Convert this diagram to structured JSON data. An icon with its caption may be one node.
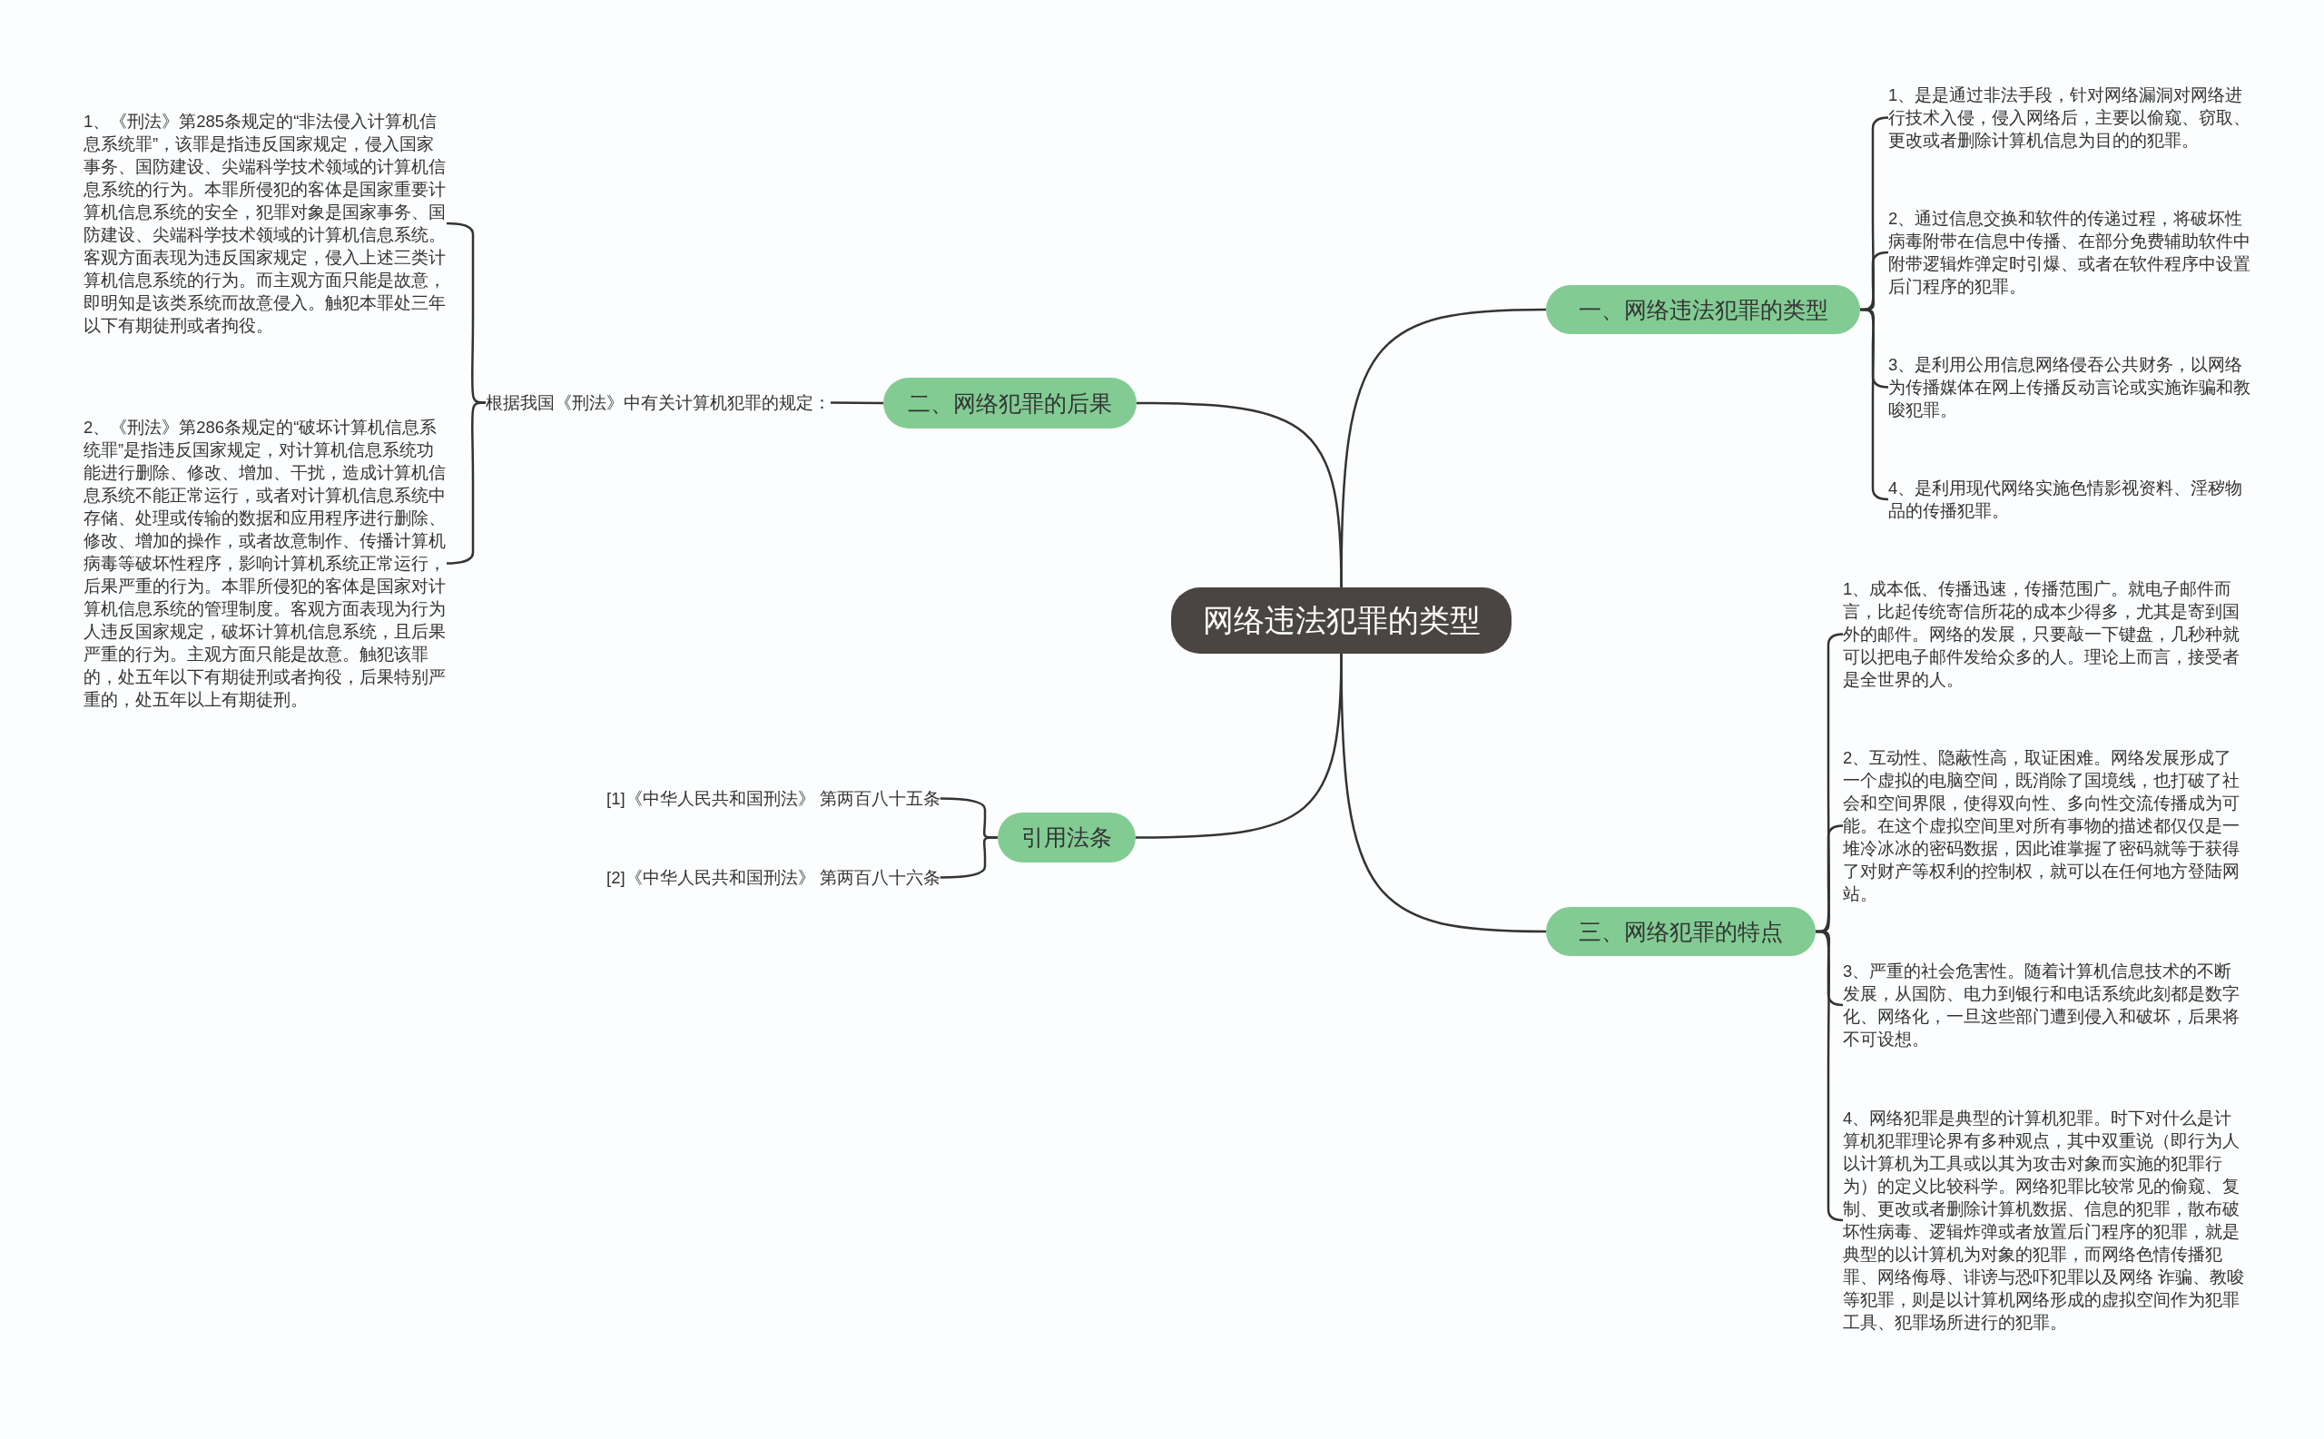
{
  "diagram": {
    "nodes": [
      {
        "text": [
          "网络违法犯罪的类型"
        ]
      },
      {
        "text": [
          "一、网络违法犯罪的类型"
        ]
      },
      {
        "text": [
          "1、是是通过非法手段，针对网络漏洞对网络进行技术入侵，侵入网络后，主要以偷窥、窃取、更改或者删除计算机信息为目的的犯罪。"
        ]
      },
      {
        "text": [
          "2、通过信息交换和软件的传递过程，将破坏性病毒附带在信息中传播、在部分免费辅助软件中附带逻辑炸弹定时引爆、或者在软件程序中设置后门程序的犯罪。"
        ]
      },
      {
        "text": [
          "3、是利用公用信息网络侵吞公共财务，以网络为传播媒体在网上传播反动言论或实施诈骗和教唆犯罪。"
        ]
      },
      {
        "text": [
          "4、是利用现代网络实施色情影视资料、淫秽物品的传播犯罪。"
        ]
      },
      {
        "text": [
          "二、网络犯罪的后果"
        ]
      },
      {
        "text": [
          "根据我国《刑法》中有关计算机犯罪的规定："
        ]
      },
      {
        "text": [
          "1、《刑法》第285条规定的“非法侵入计算机信息系统罪”，该罪是指违反国家规定，侵入国家事务、国防建设、尖端科学技术领域的计算机信息系统的行为。本罪所侵犯的客体是国家重要计算机信息系统的安全，犯罪对象是国家事务、国防建设、尖端科学技术领域的计算机信息系统。客观方面表现为违反国家规定，侵入上述三类计算机信息系统的行为。而主观方面只能是故意，即明知是该类系统而故意侵入。触犯本罪处三年以下有期徒刑或者拘役。"
        ]
      },
      {
        "text": [
          "2、《刑法》第286条规定的“破坏计算机信息系统罪”是指违反国家规定，对计算机信息系统功能进行删除、修改、增加、干扰，造成计算机信息系统不能正常运行，或者对计算机信息系统中存储、处理或传输的数据和应用程序进行删除、修改、增加的操作，或者故意制作、传播计算机病毒等破坏性程序，影响计算机系统正常运行，后果严重的行为。本罪所侵犯的客体是国家对计算机信息系统的管理制度。客观方面表现为行为人违反国家规定，破坏计算机信息系统，且后果严重的行为。主观方面只能是故意。触犯该罪的，处五年以下有期徒刑或者拘役，后果特别严重的，处五年以上有期徒刑。"
        ]
      },
      {
        "text": [
          "引用法条"
        ]
      },
      {
        "text": [
          "[1]《中华人民共和国刑法》 第两百八十五条"
        ]
      },
      {
        "text": [
          "[2]《中华人民共和国刑法》 第两百八十六条"
        ]
      },
      {
        "text": [
          "三、网络犯罪的特点"
        ]
      },
      {
        "text": [
          "1、成本低、传播迅速，传播范围广。就电子邮件而言，比起传统寄信所花的成本少得多，尤其是寄到国外的邮件。网络的发展，只要敲一下键盘，几秒种就可以把电子邮件发给众多的人。理论上而言，接受者是全世界的人。"
        ]
      },
      {
        "text": [
          "2、互动性、隐蔽性高，取证困难。网络发展形成了一个虚拟的电脑空间，既消除了国境线，也打破了社会和空间界限，使得双向性、多向性交流传播成为可能。在这个虚拟空间里对所有事物的描述都仅仅是一堆冷冰冰的密码数据，因此谁掌握了密码就等于获得了对财产等权利的控制权，就可以在任何地方登陆网站。"
        ]
      },
      {
        "text": [
          "3、严重的社会危害性。随着计算机信息技术的不断发展，从国防、电力到银行和电话系统此刻都是数字化、网络化，一旦这些部门遭到侵入和破坏，后果将不可设想。"
        ]
      },
      {
        "text": [
          "4、网络犯罪是典型的计算机犯罪。时下对什么是计算机犯罪理论界有多种观点，其中双重说（即行为人以计算机为工具或以其为攻击对象而实施的犯罪行为）的定义比较科学。网络犯罪比较常见的偷窥、复制、更改或者删除计算机数据、信息的犯罪，散布破坏性病毒、逻辑炸弹或者放置后门程序的犯罪，就是典型的以计算机为对象的犯罪，而网络色情传播犯罪、网络侮辱、诽谤与恐吓犯罪以及网络 诈骗、教唆等犯罪，则是以计算机网络形成的虚拟空间作为犯罪工具、犯罪场所进行的犯罪。"
        ]
      }
    ],
    "edges": [
      {
        "from": 0,
        "to": 1,
        "arrow": "none"
      },
      {
        "from": 1,
        "to": 2,
        "arrow": "none"
      },
      {
        "from": 1,
        "to": 3,
        "arrow": "none"
      },
      {
        "from": 1,
        "to": 4,
        "arrow": "none"
      },
      {
        "from": 1,
        "to": 5,
        "arrow": "none"
      },
      {
        "from": 0,
        "to": 6,
        "arrow": "none"
      },
      {
        "from": 6,
        "to": 7,
        "arrow": "none"
      },
      {
        "from": 7,
        "to": 8,
        "arrow": "none"
      },
      {
        "from": 7,
        "to": 9,
        "arrow": "none"
      },
      {
        "from": 0,
        "to": 10,
        "arrow": "none"
      },
      {
        "from": 10,
        "to": 11,
        "arrow": "none"
      },
      {
        "from": 10,
        "to": 12,
        "arrow": "none"
      },
      {
        "from": 0,
        "to": 13,
        "arrow": "none"
      },
      {
        "from": 13,
        "to": 14,
        "arrow": "none"
      },
      {
        "from": 13,
        "to": 15,
        "arrow": "none"
      },
      {
        "from": 13,
        "to": 16,
        "arrow": "none"
      },
      {
        "from": 13,
        "to": 17,
        "arrow": "none"
      }
    ]
  }
}
